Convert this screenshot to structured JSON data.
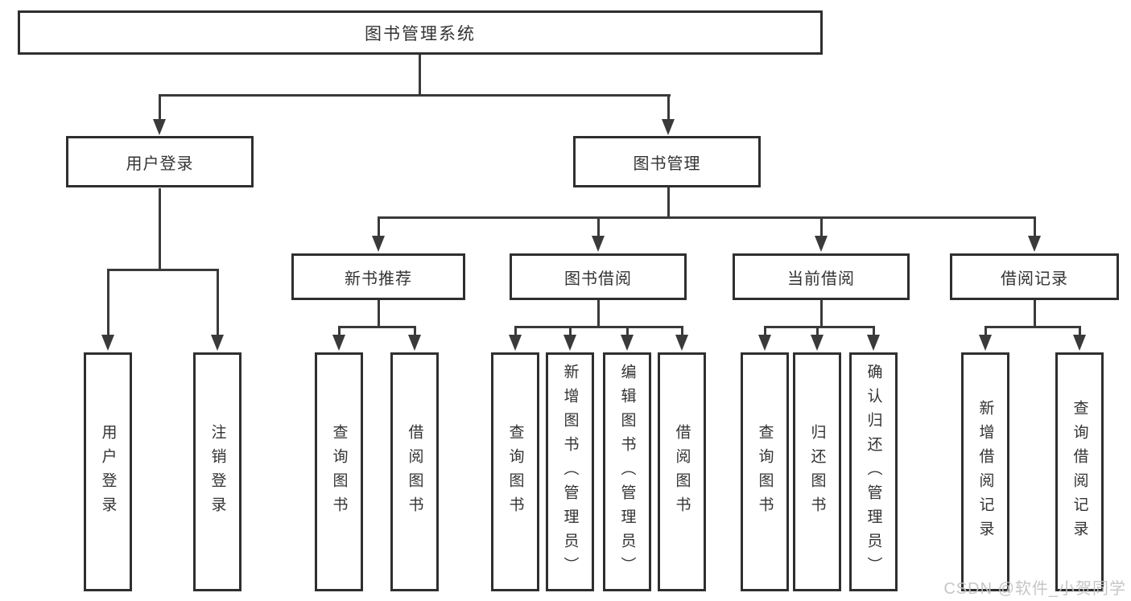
{
  "tree": {
    "label": "图书管理系统",
    "children": [
      {
        "label": "用户登录",
        "children": [
          {
            "label": "用户登录"
          },
          {
            "label": "注销登录"
          }
        ]
      },
      {
        "label": "图书管理",
        "children": [
          {
            "label": "新书推荐",
            "children": [
              {
                "label": "查询图书"
              },
              {
                "label": "借阅图书"
              }
            ]
          },
          {
            "label": "图书借阅",
            "children": [
              {
                "label": "查询图书"
              },
              {
                "label": "新增图书（管理员）"
              },
              {
                "label": "编辑图书（管理员）"
              },
              {
                "label": "借阅图书"
              }
            ]
          },
          {
            "label": "当前借阅",
            "children": [
              {
                "label": "查询图书"
              },
              {
                "label": "归还图书"
              },
              {
                "label": "确认归还（管理员）"
              }
            ]
          },
          {
            "label": "借阅记录",
            "children": [
              {
                "label": "新增借阅记录"
              },
              {
                "label": "查询借阅记录"
              }
            ]
          }
        ]
      }
    ]
  },
  "watermark": {
    "text": "CSDN @软件_小贺同学"
  },
  "colors": {
    "background": "#ffffff",
    "box_border": "#2f2f2f",
    "connector_line": "#3a3a3a",
    "text": "#333333",
    "watermark_text": "#c2c2c2"
  }
}
